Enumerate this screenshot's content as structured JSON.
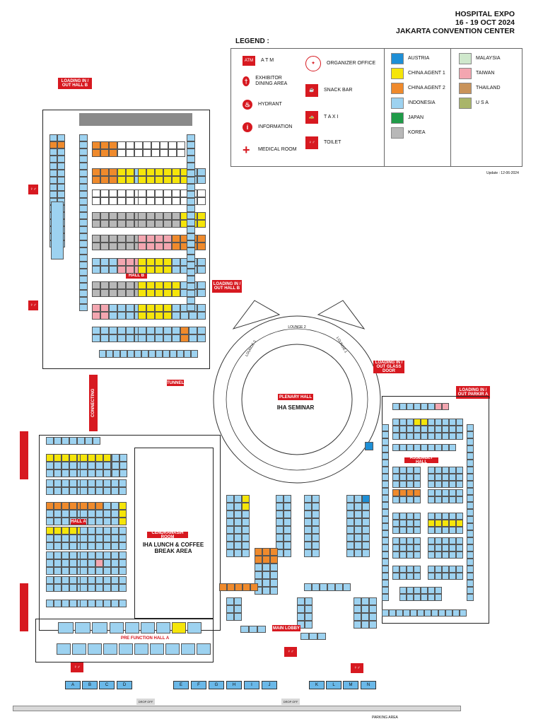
{
  "header": {
    "line1": "HOSPITAL EXPO",
    "line2": "16 - 19 OCT 2024",
    "line3": "JAKARTA CONVENTION CENTER"
  },
  "legend": {
    "title": "LEGEND :",
    "facilities": [
      {
        "label": "A T M",
        "icon": "atm-icon"
      },
      {
        "label": "EXHIBITOR DINING AREA",
        "icon": "dining-icon"
      },
      {
        "label": "HYDRANT",
        "icon": "hydrant-icon"
      },
      {
        "label": "INFORMATION",
        "icon": "information-icon"
      },
      {
        "label": "MEDICAL ROOM",
        "icon": "medical-cross-icon"
      }
    ],
    "services": [
      {
        "label": "ORGANIZER OFFICE",
        "icon": "organizer-logo-icon"
      },
      {
        "label": "SNACK BAR",
        "icon": "snack-bar-icon"
      },
      {
        "label": "T A X I",
        "icon": "taxi-icon"
      },
      {
        "label": "TOILET",
        "icon": "toilet-icon"
      }
    ],
    "countries_a": [
      {
        "label": "AUSTRIA",
        "color": "#1e8fd6"
      },
      {
        "label": "CHINA AGENT 1",
        "color": "#f5e50a"
      },
      {
        "label": "CHINA AGENT 2",
        "color": "#ef8a2c"
      },
      {
        "label": "INDONESIA",
        "color": "#9dd2f0"
      },
      {
        "label": "JAPAN",
        "color": "#1f9b48"
      },
      {
        "label": "KOREA",
        "color": "#b8b8b8"
      }
    ],
    "countries_b": [
      {
        "label": "MALAYSIA",
        "color": "#cfe8cc"
      },
      {
        "label": "TAIWAN",
        "color": "#f3a6b0"
      },
      {
        "label": "THAILAND",
        "color": "#c9935a"
      },
      {
        "label": "U S A",
        "color": "#a9b56a"
      }
    ]
  },
  "update_text": "Update : 12-06-2024",
  "halls": {
    "hall_b": "HALL B",
    "hall_a": "HALL A",
    "plenary": "PLENARY HALL",
    "iha_seminar": "IHA SEMINAR",
    "assembly": "ASSEMBLY HALL",
    "cendrawasih": "CENDRAWASIH ROOM",
    "lunch_line1": "IHA LUNCH & COFFEE",
    "lunch_line2": "BREAK AREA",
    "main_lobby": "MAIN LOBBY",
    "pre_function": "PRE FUNCTION HALL A",
    "connecting": "CONNECTING",
    "lounge2": "LOUNGE 2",
    "lounge1": "LOUNGE 1",
    "lounge3": "LOUNGE 3",
    "tunnel": "TUNNEL",
    "loading_hall_b": "LOADING IN / OUT HALL B",
    "loading_hall_b2": "LOADING IN / OUT HALL B",
    "loading_glass": "LOADING IN / OUT GLASS DOOR",
    "loading_pavilion": "LOADING IN / OUT PARKIR A",
    "parking": "PARKING AREA",
    "drop_off_1": "DROP OFF",
    "drop_off_2": "DROP OFF"
  },
  "entrance_letters": [
    "A",
    "B",
    "C",
    "D",
    "E",
    "F",
    "G",
    "H",
    "I",
    "J",
    "K",
    "L",
    "M",
    "N"
  ]
}
